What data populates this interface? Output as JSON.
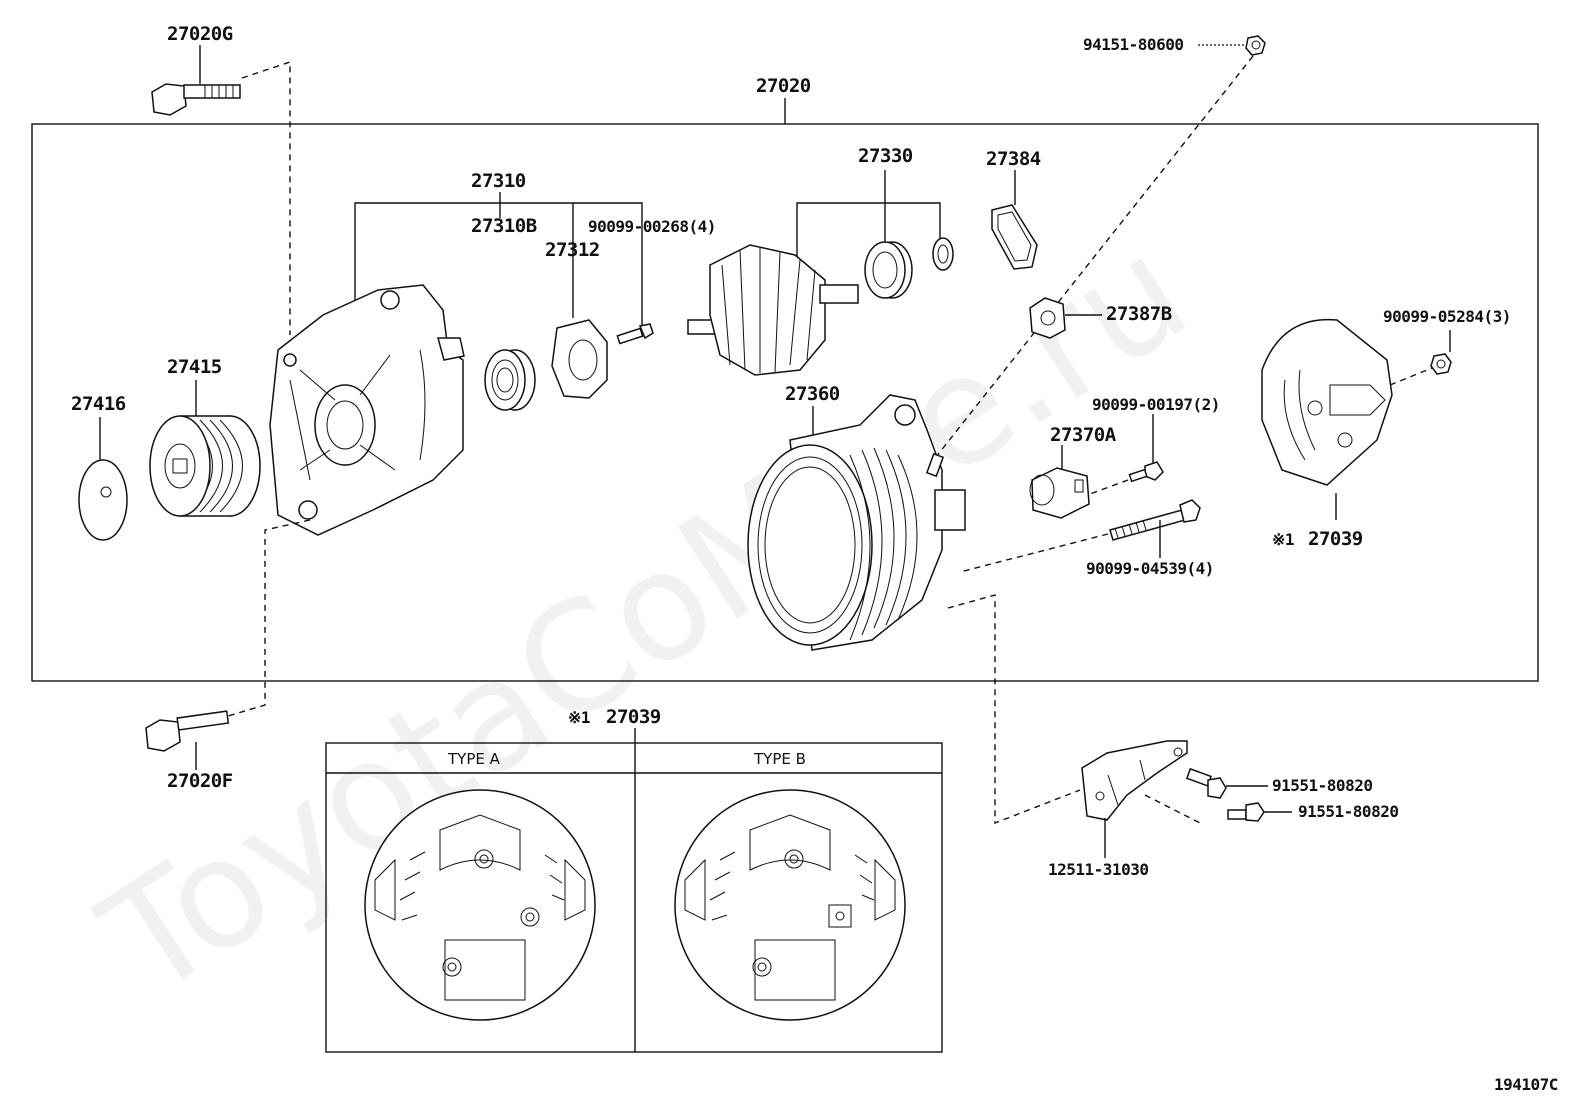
{
  "watermark": "ToyotaCoMine.ru",
  "diagram_code": "194107C",
  "labels": {
    "p27020G": "27020G",
    "p27020": "27020",
    "p94151": "94151-80600",
    "p27310": "27310",
    "p27310B": "27310B",
    "p27312": "27312",
    "p90099_268": "90099-00268(4)",
    "p27330": "27330",
    "p27384": "27384",
    "p27387B": "27387B",
    "p90099_5284": "90099-05284(3)",
    "p27416": "27416",
    "p27415": "27415",
    "p27360": "27360",
    "p90099_197": "90099-00197(2)",
    "p27370A": "27370A",
    "p27039_note": "※1",
    "p27039": "27039",
    "p90099_4539": "90099-04539(4)",
    "p27020F": "27020F",
    "p12511": "12511-31030",
    "p91551_a": "91551-80820",
    "p91551_b": "91551-80820"
  },
  "inset": {
    "note": "※1",
    "part": "27039",
    "type_a": "TYPE A",
    "type_b": "TYPE B"
  }
}
